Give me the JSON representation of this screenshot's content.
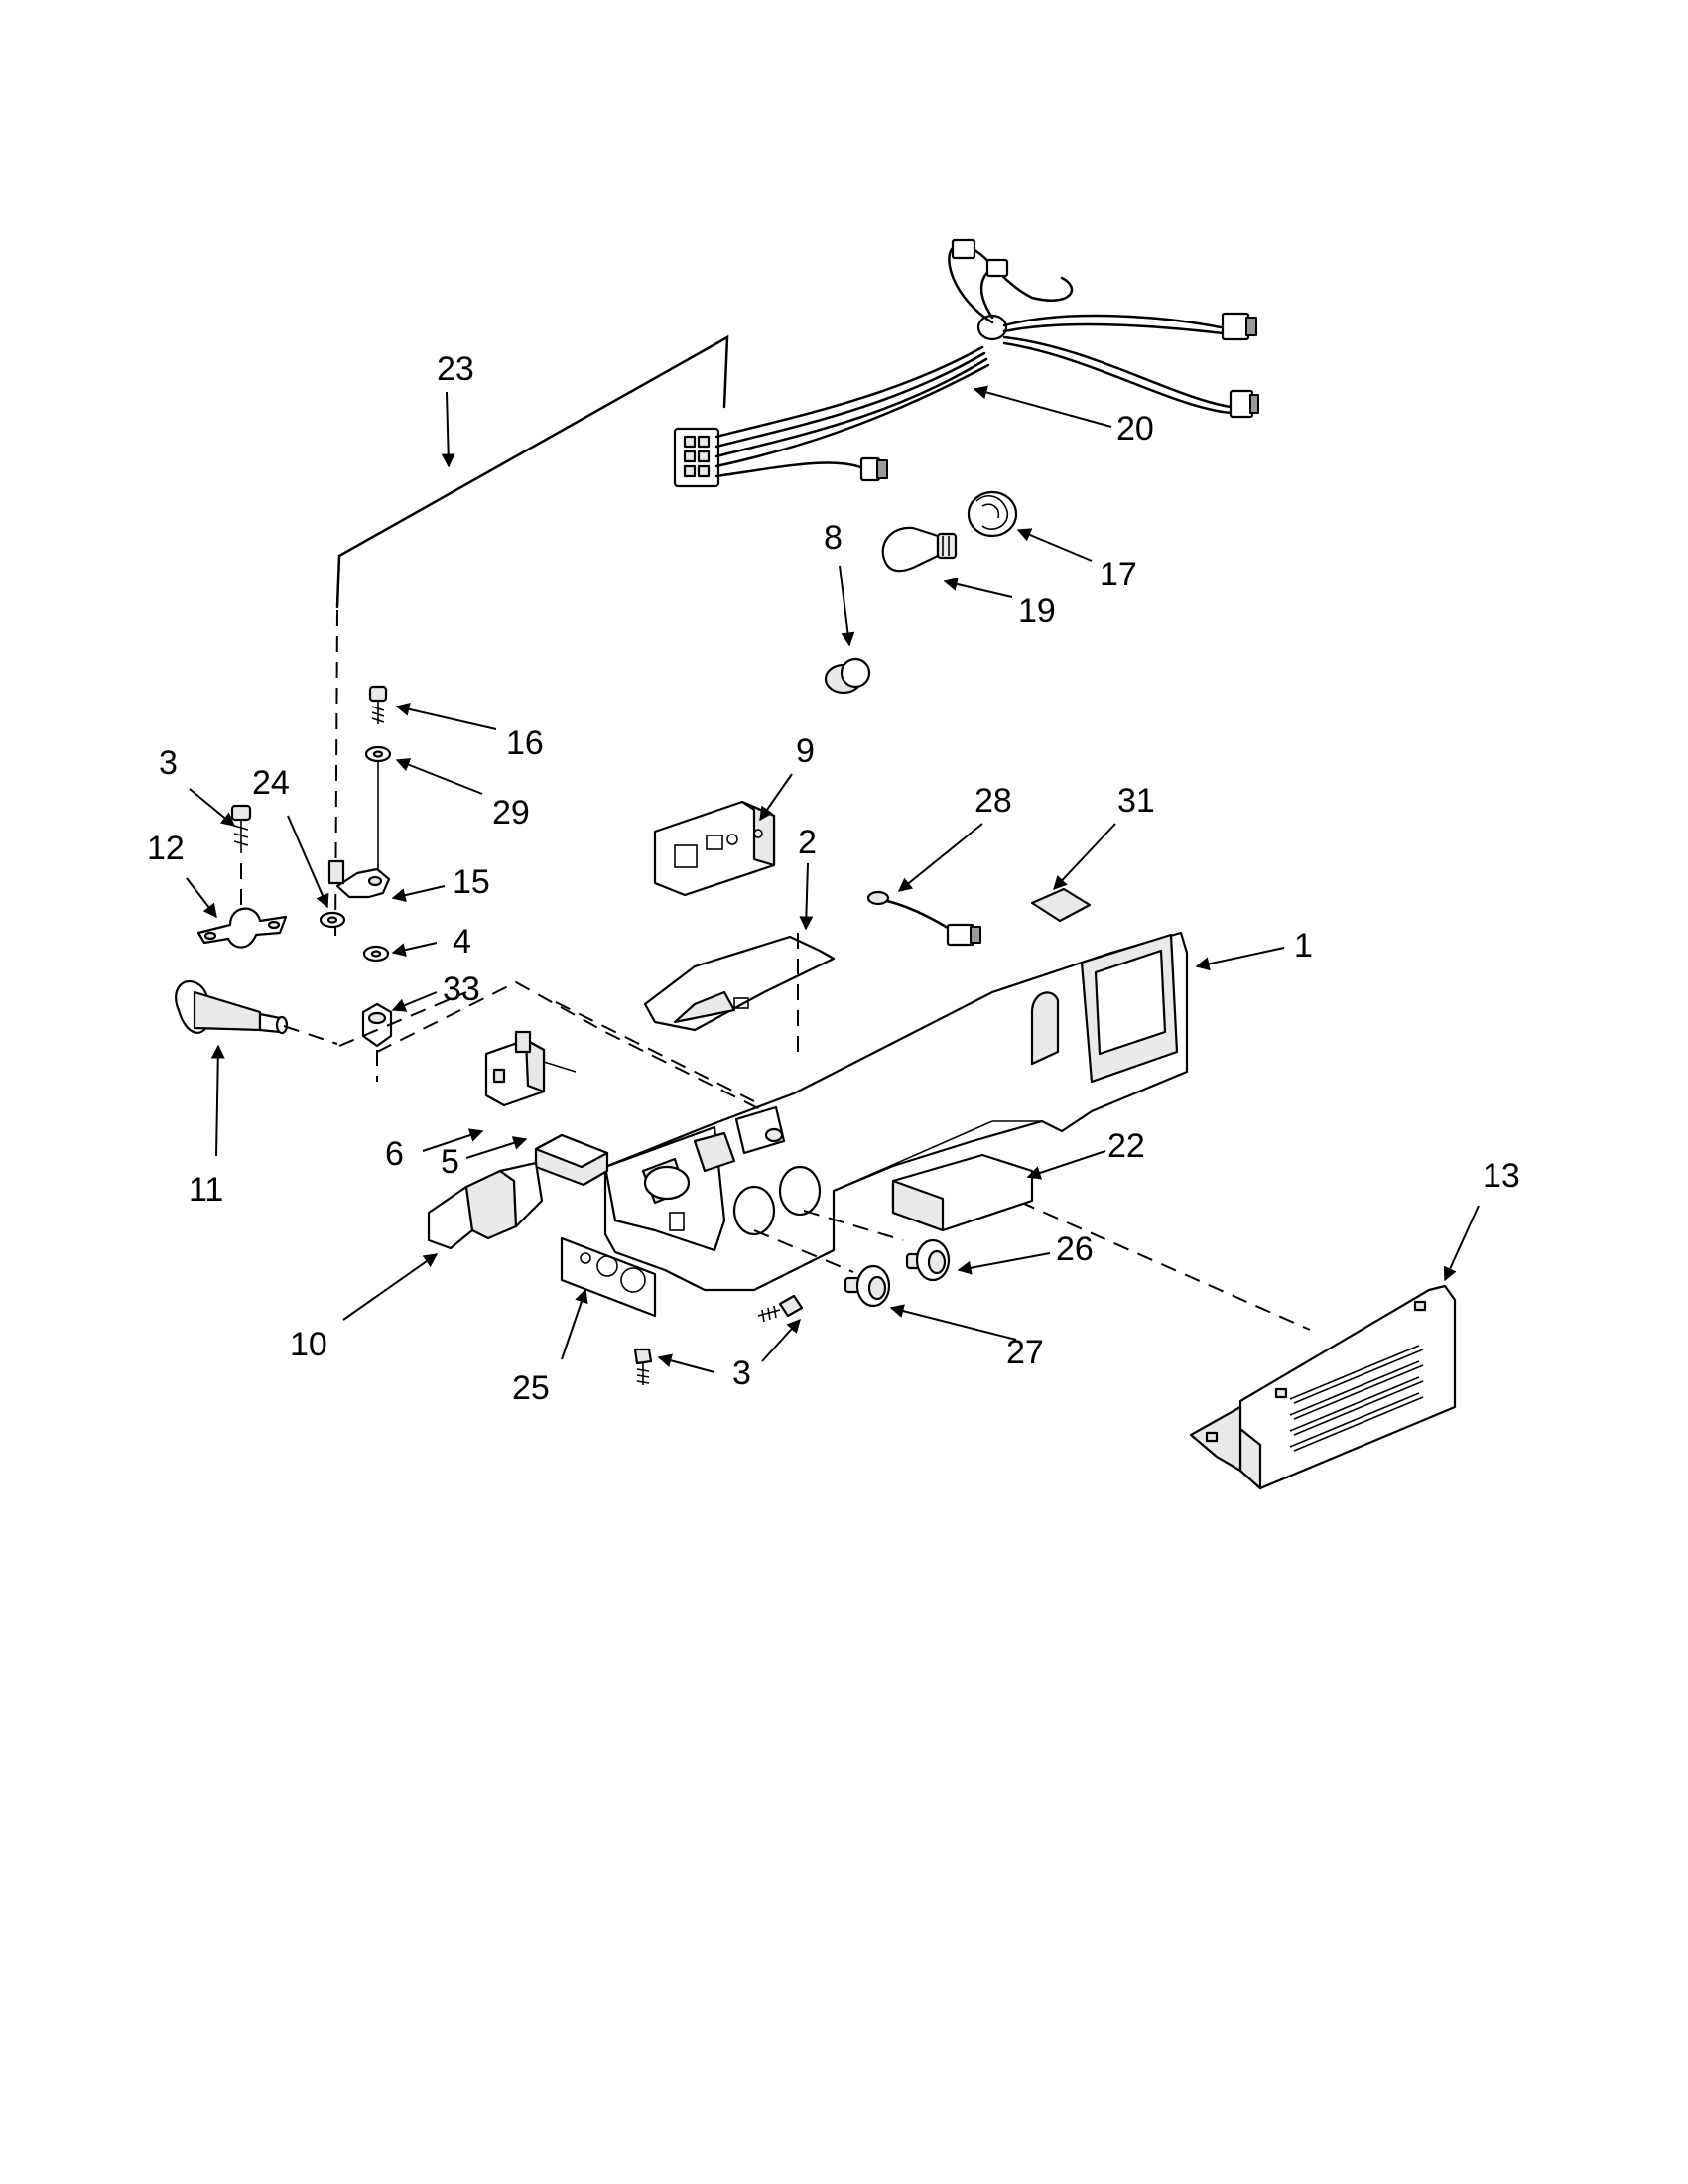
{
  "diagram": {
    "callouts": [
      {
        "id": "c23",
        "label": "23"
      },
      {
        "id": "c20",
        "label": "20"
      },
      {
        "id": "c8",
        "label": "8"
      },
      {
        "id": "c17",
        "label": "17"
      },
      {
        "id": "c19",
        "label": "19"
      },
      {
        "id": "c16",
        "label": "16"
      },
      {
        "id": "c29",
        "label": "29"
      },
      {
        "id": "c3a",
        "label": "3"
      },
      {
        "id": "c24",
        "label": "24"
      },
      {
        "id": "c12",
        "label": "12"
      },
      {
        "id": "c15",
        "label": "15"
      },
      {
        "id": "c4",
        "label": "4"
      },
      {
        "id": "c33",
        "label": "33"
      },
      {
        "id": "c9",
        "label": "9"
      },
      {
        "id": "c28",
        "label": "28"
      },
      {
        "id": "c31",
        "label": "31"
      },
      {
        "id": "c2",
        "label": "2"
      },
      {
        "id": "c1",
        "label": "1"
      },
      {
        "id": "c11",
        "label": "11"
      },
      {
        "id": "c6",
        "label": "6"
      },
      {
        "id": "c5",
        "label": "5"
      },
      {
        "id": "c22",
        "label": "22"
      },
      {
        "id": "c13",
        "label": "13"
      },
      {
        "id": "c26",
        "label": "26"
      },
      {
        "id": "c10",
        "label": "10"
      },
      {
        "id": "c25",
        "label": "25"
      },
      {
        "id": "c3b",
        "label": "3"
      },
      {
        "id": "c27",
        "label": "27"
      }
    ]
  }
}
